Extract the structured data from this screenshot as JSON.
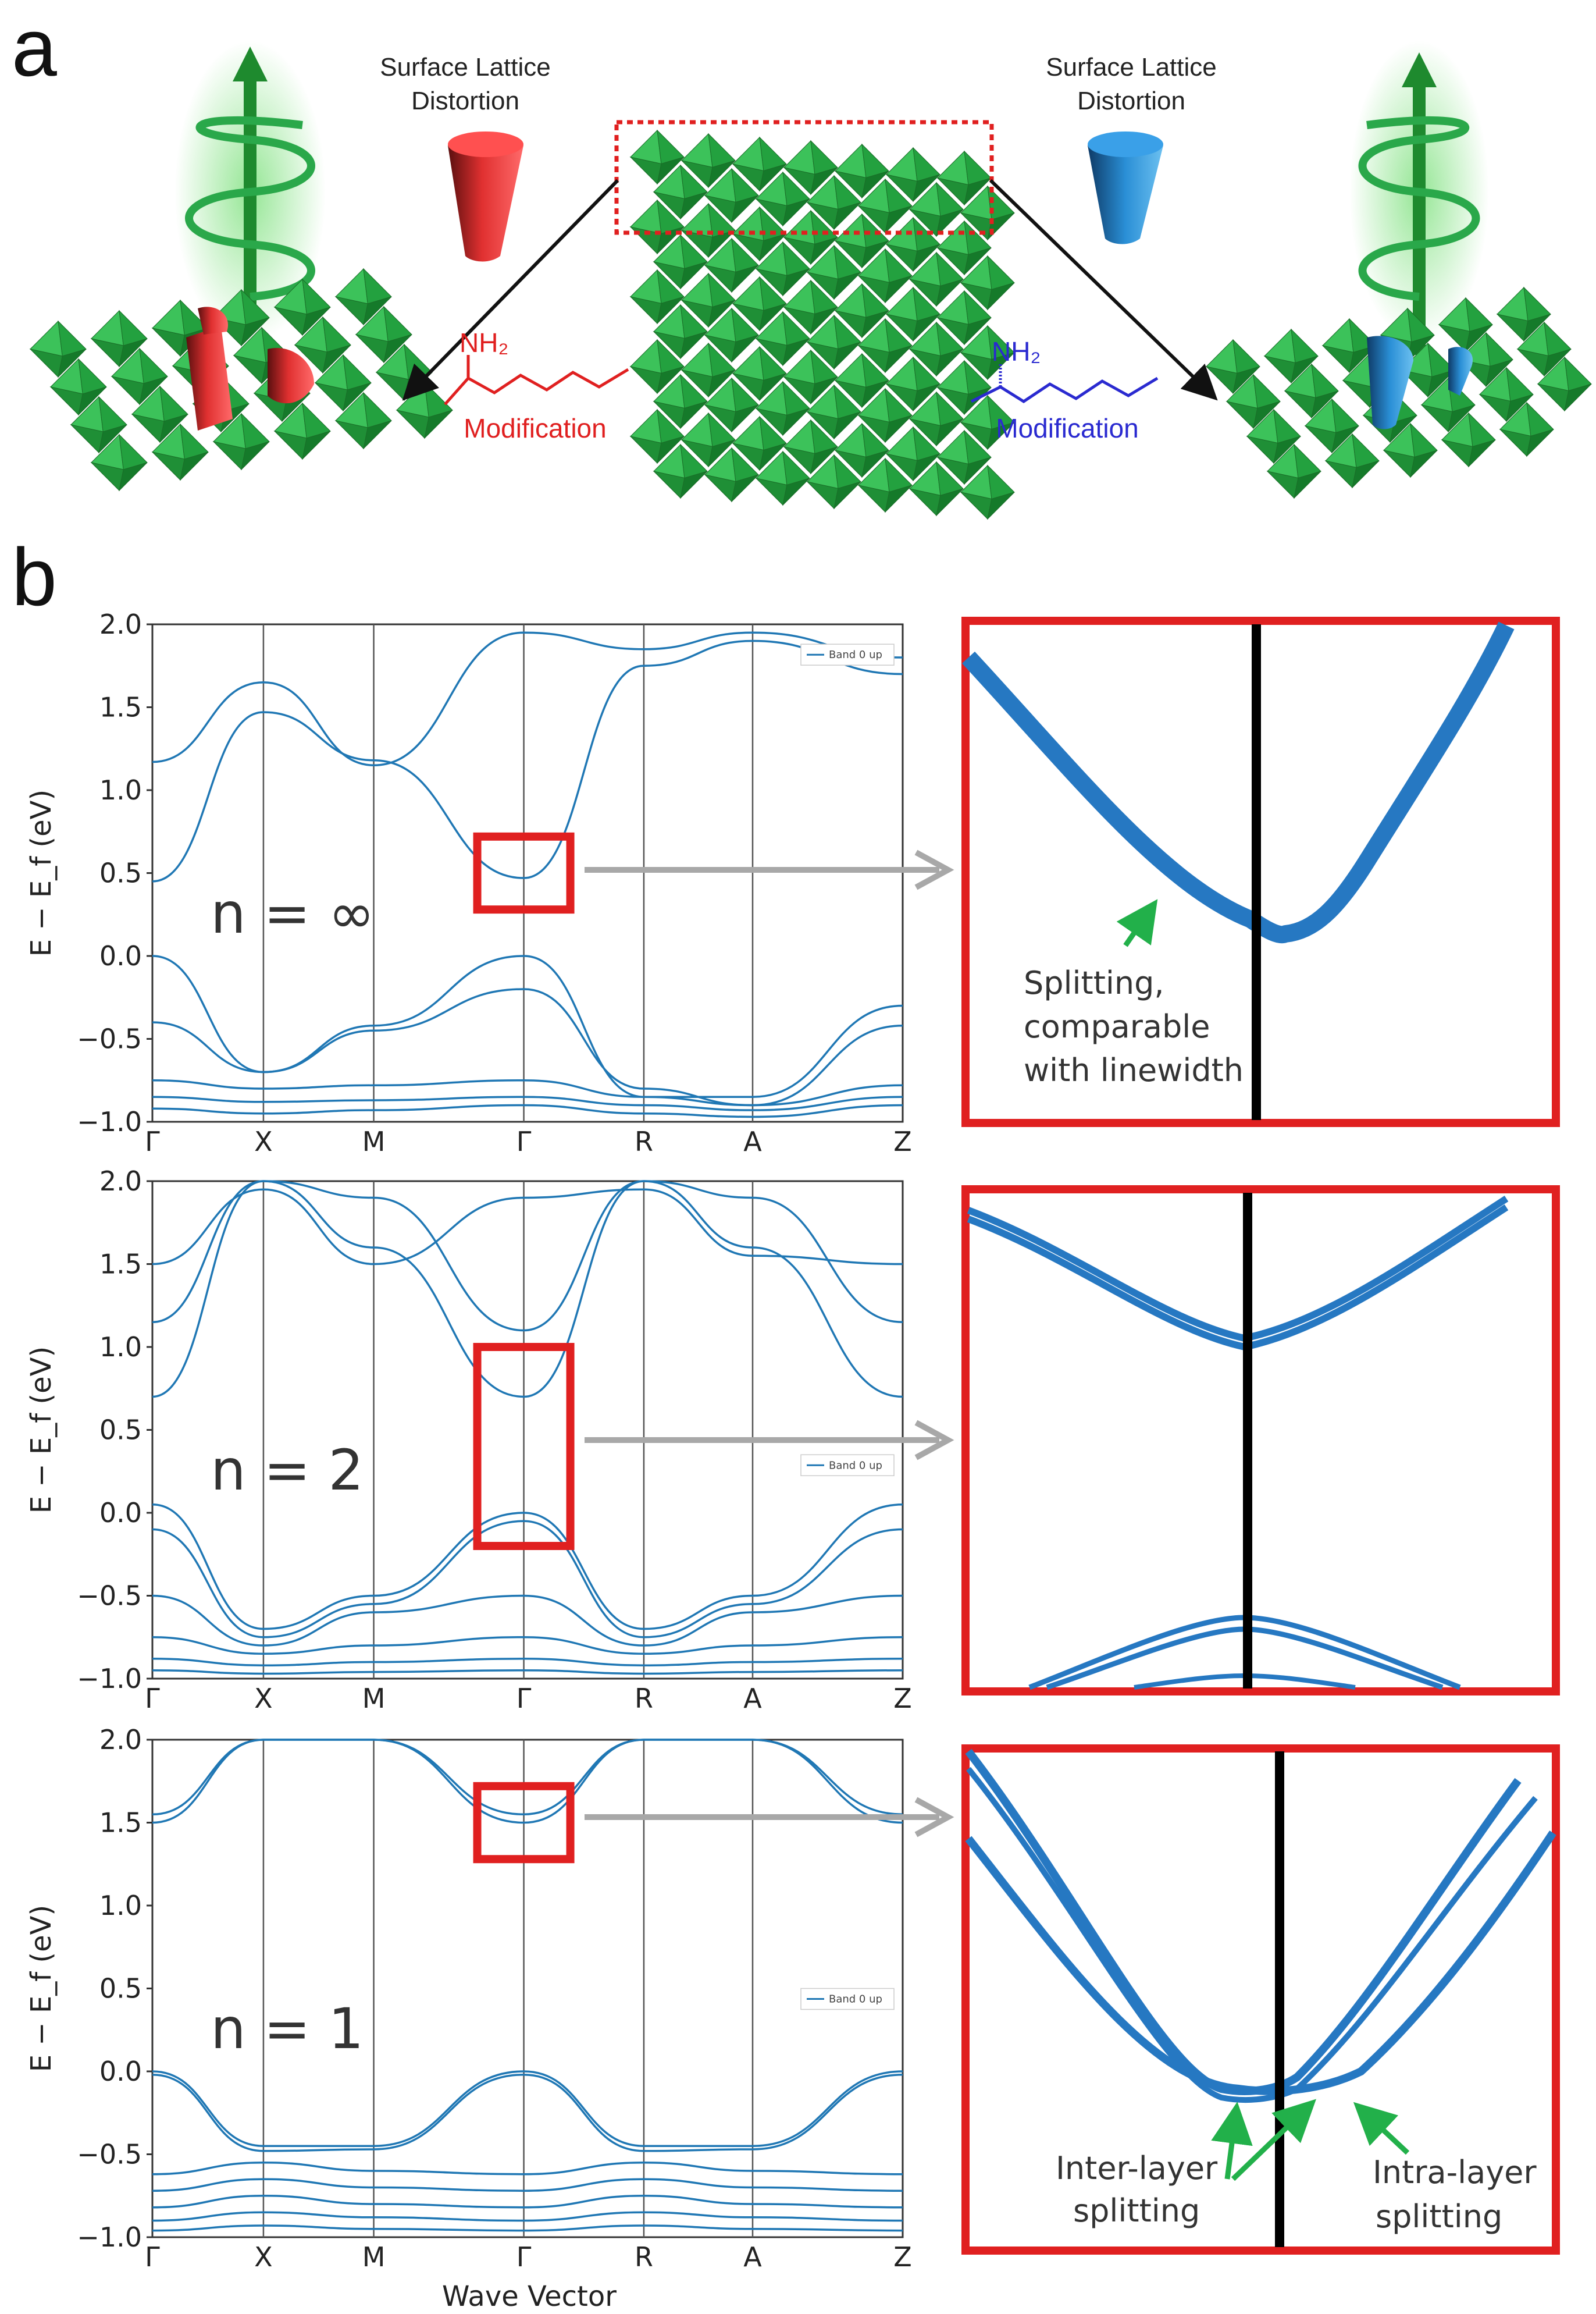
{
  "panel_a": {
    "letter": "a",
    "left_title_line1": "Surface Lattice",
    "left_title_line2": "Distortion",
    "right_title_line1": "Surface Lattice",
    "right_title_line2": "Distortion",
    "amine_left": "NH₂",
    "amine_right": "NH₂",
    "modification_left": "Modification",
    "modification_right": "Modification",
    "colors": {
      "octahedra": "#22a33a",
      "left_cone": "#d42a2a",
      "right_cone": "#1f7fc0",
      "mod_left": "#e02020",
      "mod_right": "#2a2ad0"
    }
  },
  "panel_b": {
    "letter": "b",
    "xlabel": "Wave Vector",
    "insets": [
      {
        "annotations": [
          "Splitting,",
          "comparable",
          "with linewidth"
        ]
      },
      {
        "annotations": []
      },
      {
        "annotations": [
          "Inter-layer",
          "splitting",
          "Intra-layer",
          "splitting"
        ]
      }
    ]
  },
  "chart_data": [
    {
      "type": "line",
      "title": "",
      "label": "n = ∞",
      "ylabel": "E − E_f (eV)",
      "xlabel": "",
      "ylim": [
        -1.0,
        2.0
      ],
      "yticks": [
        "2.0",
        "1.5",
        "1.0",
        "0.5",
        "0.0",
        "−0.5",
        "−1.0"
      ],
      "xticks": [
        "Γ",
        "X",
        "M",
        "Γ",
        "R",
        "A",
        "Z"
      ],
      "legend": "Band 0 up",
      "legend_position": "top-right",
      "color": "#1f77b4",
      "series": [
        {
          "values": [
            0.45,
            1.47,
            1.18,
            0.47,
            1.75,
            1.9,
            1.7
          ]
        },
        {
          "values": [
            1.17,
            1.65,
            1.15,
            1.95,
            1.85,
            1.95,
            1.8
          ]
        },
        {
          "values": [
            0.0,
            -0.7,
            -0.42,
            0.0,
            -0.85,
            -0.85,
            -0.3
          ]
        },
        {
          "values": [
            -0.4,
            -0.7,
            -0.45,
            -0.2,
            -0.8,
            -0.9,
            -0.42
          ]
        },
        {
          "values": [
            -0.75,
            -0.8,
            -0.78,
            -0.75,
            -0.85,
            -0.9,
            -0.78
          ]
        },
        {
          "values": [
            -0.85,
            -0.88,
            -0.87,
            -0.85,
            -0.9,
            -0.93,
            -0.85
          ]
        },
        {
          "values": [
            -0.92,
            -0.95,
            -0.93,
            -0.9,
            -0.95,
            -0.97,
            -0.9
          ]
        }
      ]
    },
    {
      "type": "line",
      "title": "",
      "label": "n = 2",
      "ylabel": "E − E_f (eV)",
      "xlabel": "",
      "ylim": [
        -1.0,
        2.0
      ],
      "yticks": [
        "2.0",
        "1.5",
        "1.0",
        "0.5",
        "0.0",
        "−0.5",
        "−1.0"
      ],
      "xticks": [
        "Γ",
        "X",
        "M",
        "Γ",
        "R",
        "A",
        "Z"
      ],
      "legend": "Band 0 up",
      "legend_position": "center-right",
      "color": "#1f77b4",
      "series": [
        {
          "values": [
            0.7,
            2.0,
            1.6,
            0.7,
            2.0,
            1.6,
            0.7
          ]
        },
        {
          "values": [
            1.15,
            2.0,
            1.9,
            1.1,
            2.0,
            1.9,
            1.15
          ]
        },
        {
          "values": [
            1.5,
            1.95,
            1.5,
            1.9,
            1.95,
            1.55,
            1.5
          ]
        },
        {
          "values": [
            0.05,
            -0.7,
            -0.5,
            0.0,
            -0.7,
            -0.5,
            0.05
          ]
        },
        {
          "values": [
            -0.1,
            -0.75,
            -0.55,
            -0.05,
            -0.75,
            -0.55,
            -0.1
          ]
        },
        {
          "values": [
            -0.5,
            -0.8,
            -0.6,
            -0.5,
            -0.8,
            -0.6,
            -0.5
          ]
        },
        {
          "values": [
            -0.75,
            -0.85,
            -0.8,
            -0.75,
            -0.85,
            -0.8,
            -0.75
          ]
        },
        {
          "values": [
            -0.88,
            -0.92,
            -0.9,
            -0.88,
            -0.92,
            -0.9,
            -0.88
          ]
        },
        {
          "values": [
            -0.95,
            -0.97,
            -0.96,
            -0.95,
            -0.97,
            -0.96,
            -0.95
          ]
        }
      ]
    },
    {
      "type": "line",
      "title": "",
      "label": "n = 1",
      "ylabel": "E − E_f (eV)",
      "xlabel": "Wave Vector",
      "ylim": [
        -1.0,
        2.0
      ],
      "yticks": [
        "2.0",
        "1.5",
        "1.0",
        "0.5",
        "0.0",
        "−0.5",
        "−1.0"
      ],
      "xticks": [
        "Γ",
        "X",
        "M",
        "Γ",
        "R",
        "A",
        "Z"
      ],
      "legend": "Band 0 up",
      "legend_position": "center-right",
      "color": "#1f77b4",
      "series": [
        {
          "values": [
            1.5,
            2.0,
            2.0,
            1.5,
            2.0,
            2.0,
            1.5
          ]
        },
        {
          "values": [
            1.55,
            2.0,
            2.0,
            1.55,
            2.0,
            2.0,
            1.55
          ]
        },
        {
          "values": [
            0.0,
            -0.45,
            -0.45,
            0.0,
            -0.45,
            -0.45,
            0.0
          ]
        },
        {
          "values": [
            -0.02,
            -0.48,
            -0.47,
            -0.02,
            -0.48,
            -0.47,
            -0.02
          ]
        },
        {
          "values": [
            -0.62,
            -0.55,
            -0.6,
            -0.62,
            -0.55,
            -0.6,
            -0.62
          ]
        },
        {
          "values": [
            -0.72,
            -0.65,
            -0.7,
            -0.72,
            -0.65,
            -0.7,
            -0.72
          ]
        },
        {
          "values": [
            -0.82,
            -0.75,
            -0.8,
            -0.82,
            -0.75,
            -0.8,
            -0.82
          ]
        },
        {
          "values": [
            -0.9,
            -0.85,
            -0.88,
            -0.9,
            -0.85,
            -0.88,
            -0.9
          ]
        },
        {
          "values": [
            -0.96,
            -0.93,
            -0.95,
            -0.96,
            -0.93,
            -0.95,
            -0.96
          ]
        }
      ]
    }
  ]
}
